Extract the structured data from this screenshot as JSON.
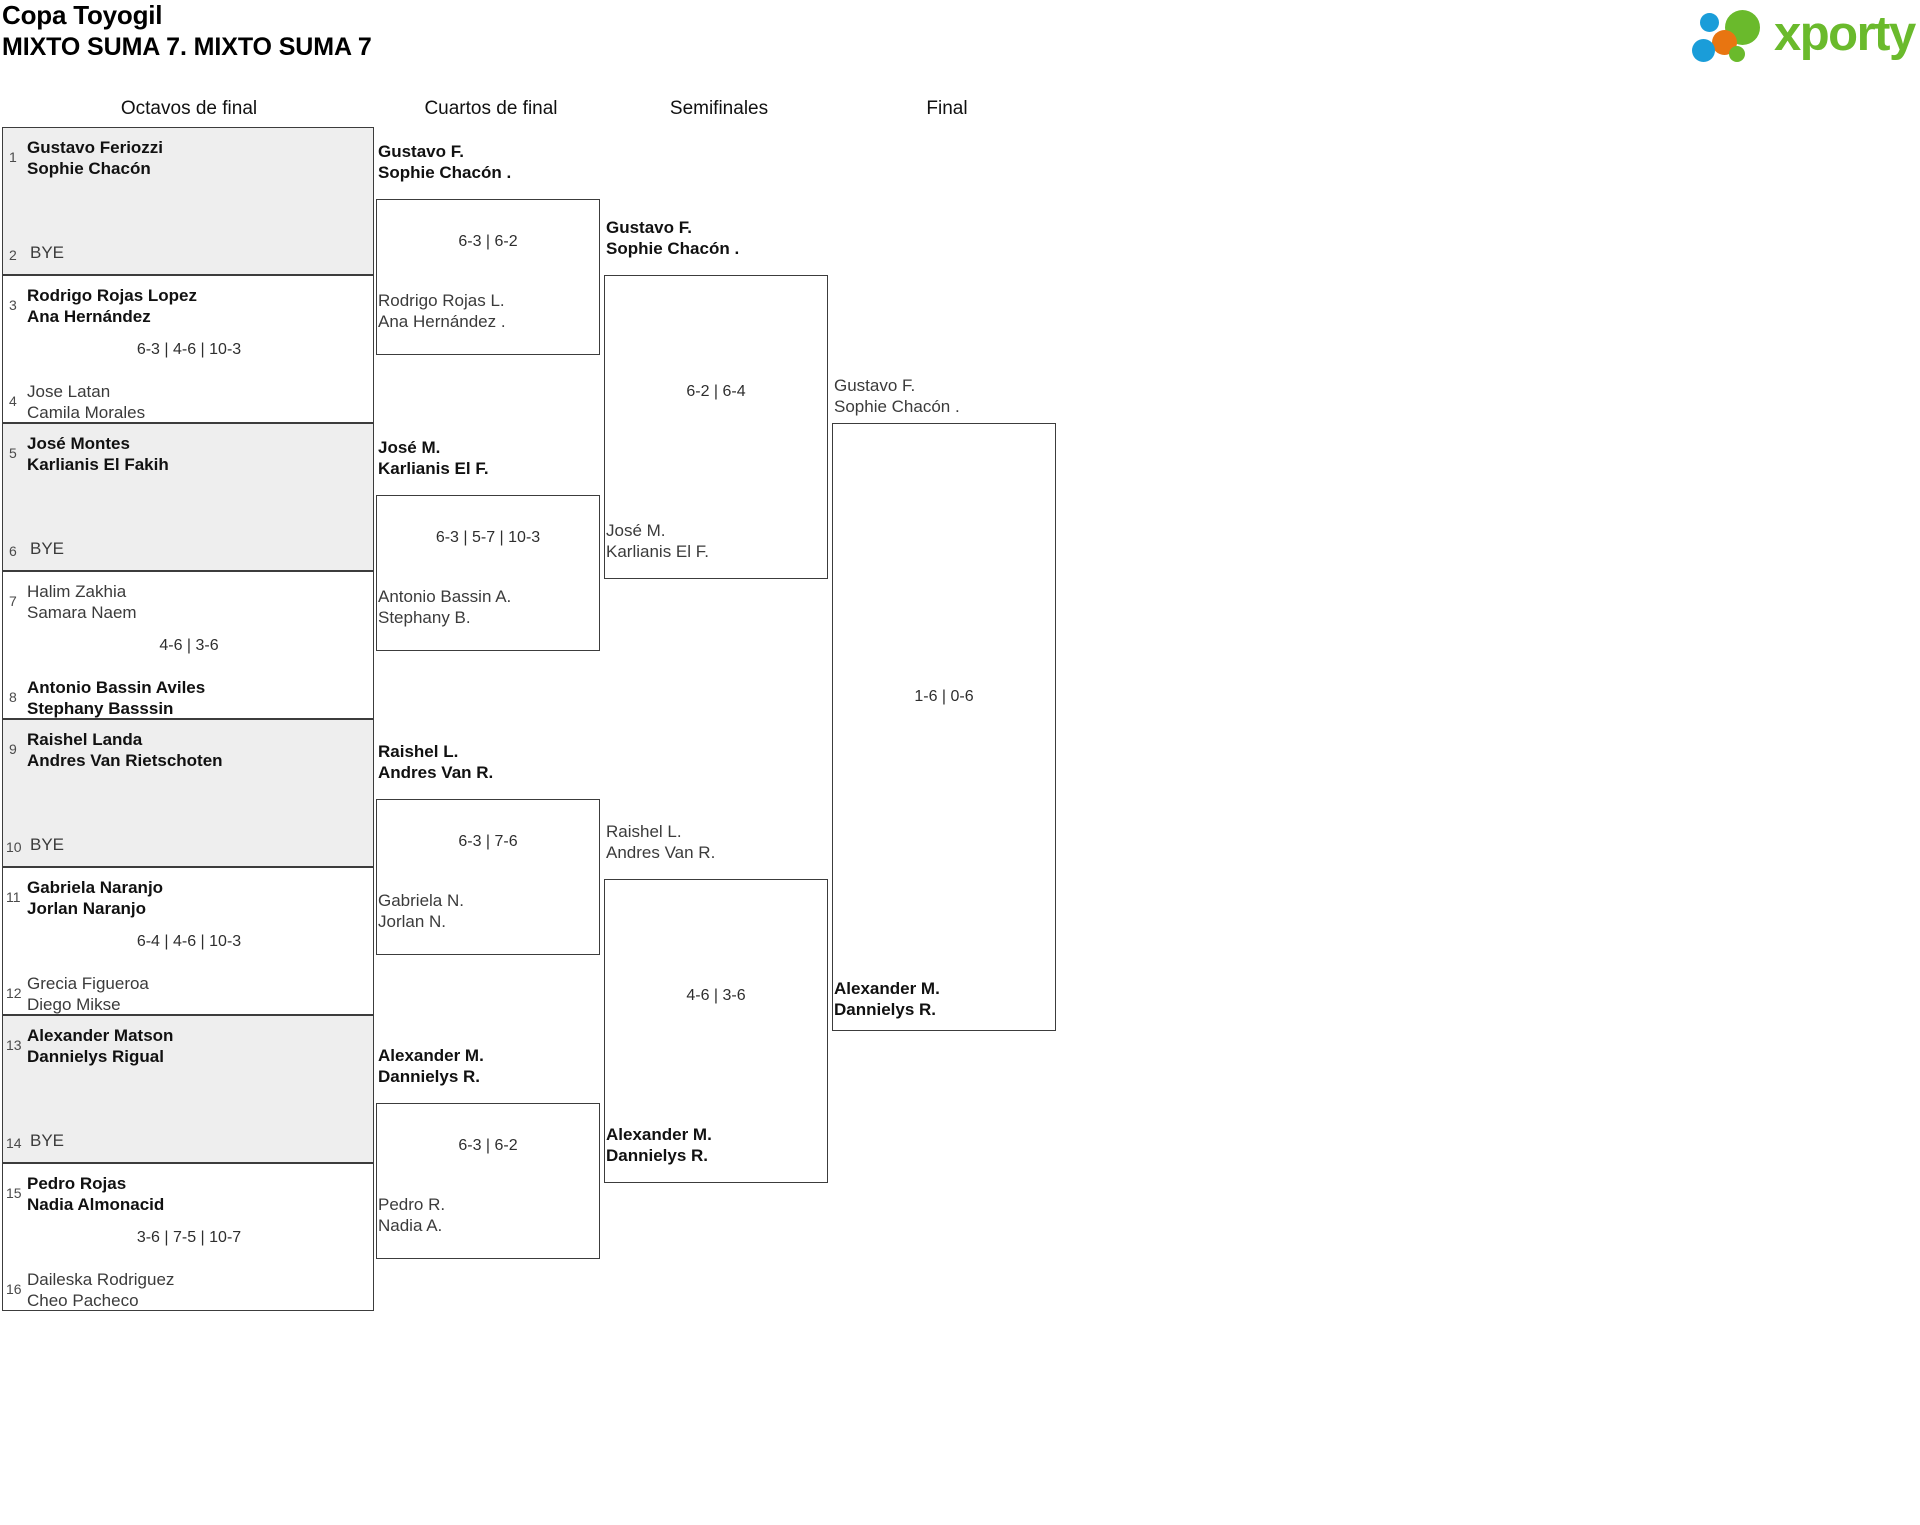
{
  "header": {
    "tournament_title": "Copa Toyogil",
    "category_title": "MIXTO SUMA 7. MIXTO SUMA 7",
    "logo_text": "xporty",
    "logo_colors": {
      "green": "#6aba2c",
      "orange": "#e87511",
      "blue": "#1a9dd9"
    }
  },
  "rounds": [
    {
      "label": "Octavos de final"
    },
    {
      "label": "Cuartos de final"
    },
    {
      "label": "Semifinales"
    },
    {
      "label": "Final"
    }
  ],
  "labels": {
    "bye": "BYE"
  },
  "round1": {
    "matches": [
      {
        "p1": {
          "seed": "1",
          "line1": "Gustavo Feriozzi",
          "line2": "Sophie Chacón",
          "winner": true,
          "bye": false
        },
        "p2": {
          "seed": "2",
          "line1": "BYE",
          "line2": "",
          "winner": false,
          "bye": true
        },
        "score": ""
      },
      {
        "p1": {
          "seed": "3",
          "line1": "Rodrigo Rojas Lopez",
          "line2": "Ana Hernández",
          "winner": true,
          "bye": false
        },
        "p2": {
          "seed": "4",
          "line1": "Jose Latan",
          "line2": "Camila Morales",
          "winner": false,
          "bye": false
        },
        "score": "6-3 | 4-6 | 10-3"
      },
      {
        "p1": {
          "seed": "5",
          "line1": "José Montes",
          "line2": "Karlianis El Fakih",
          "winner": true,
          "bye": false
        },
        "p2": {
          "seed": "6",
          "line1": "BYE",
          "line2": "",
          "winner": false,
          "bye": true
        },
        "score": ""
      },
      {
        "p1": {
          "seed": "7",
          "line1": "Halim Zakhia",
          "line2": "Samara Naem",
          "winner": false,
          "bye": false
        },
        "p2": {
          "seed": "8",
          "line1": "Antonio Bassin Aviles",
          "line2": "Stephany Basssin",
          "winner": true,
          "bye": false
        },
        "score": "4-6 | 3-6"
      },
      {
        "p1": {
          "seed": "9",
          "line1": "Raishel Landa",
          "line2": "Andres Van Rietschoten",
          "winner": true,
          "bye": false
        },
        "p2": {
          "seed": "10",
          "line1": "BYE",
          "line2": "",
          "winner": false,
          "bye": true
        },
        "score": ""
      },
      {
        "p1": {
          "seed": "11",
          "line1": "Gabriela Naranjo",
          "line2": "Jorlan Naranjo",
          "winner": true,
          "bye": false
        },
        "p2": {
          "seed": "12",
          "line1": "Grecia Figueroa",
          "line2": "Diego Mikse",
          "winner": false,
          "bye": false
        },
        "score": "6-4 | 4-6 | 10-3"
      },
      {
        "p1": {
          "seed": "13",
          "line1": "Alexander Matson",
          "line2": "Dannielys Rigual",
          "winner": true,
          "bye": false
        },
        "p2": {
          "seed": "14",
          "line1": "BYE",
          "line2": "",
          "winner": false,
          "bye": true
        },
        "score": ""
      },
      {
        "p1": {
          "seed": "15",
          "line1": "Pedro Rojas",
          "line2": "Nadia Almonacid",
          "winner": true,
          "bye": false
        },
        "p2": {
          "seed": "16",
          "line1": "Daileska Rodriguez",
          "line2": "Cheo Pacheco",
          "winner": false,
          "bye": false
        },
        "score": "3-6 | 7-5 | 10-7"
      }
    ]
  },
  "round2": {
    "matches": [
      {
        "p1": {
          "line1": "Gustavo F.",
          "line2": "Sophie Chacón .",
          "winner": true
        },
        "p2": {
          "line1": "Rodrigo Rojas L.",
          "line2": "Ana Hernández .",
          "winner": false
        },
        "score": "6-3 | 6-2"
      },
      {
        "p1": {
          "line1": "José M.",
          "line2": "Karlianis El F.",
          "winner": true
        },
        "p2": {
          "line1": "Antonio Bassin A.",
          "line2": "Stephany B.",
          "winner": false
        },
        "score": "6-3 | 5-7 | 10-3"
      },
      {
        "p1": {
          "line1": "Raishel L.",
          "line2": "Andres Van R.",
          "winner": true
        },
        "p2": {
          "line1": "Gabriela N.",
          "line2": "Jorlan N.",
          "winner": false
        },
        "score": "6-3 | 7-6"
      },
      {
        "p1": {
          "line1": "Alexander M.",
          "line2": "Dannielys R.",
          "winner": true
        },
        "p2": {
          "line1": "Pedro R.",
          "line2": "Nadia A.",
          "winner": false
        },
        "score": "6-3 | 6-2"
      }
    ]
  },
  "round3": {
    "matches": [
      {
        "p1": {
          "line1": "Gustavo F.",
          "line2": "Sophie Chacón .",
          "winner": true
        },
        "p2": {
          "line1": "José M.",
          "line2": "Karlianis El F.",
          "winner": false
        },
        "score": "6-2 | 6-4"
      },
      {
        "p1": {
          "line1": "Raishel L.",
          "line2": "Andres Van R.",
          "winner": false
        },
        "p2": {
          "line1": "Alexander M.",
          "line2": "Dannielys R.",
          "winner": true
        },
        "score": "4-6 | 3-6"
      }
    ]
  },
  "round4": {
    "matches": [
      {
        "p1": {
          "line1": "Gustavo F.",
          "line2": "Sophie Chacón .",
          "winner": false
        },
        "p2": {
          "line1": "Alexander M.",
          "line2": "Dannielys R.",
          "winner": true
        },
        "score": "1-6 | 0-6"
      }
    ]
  }
}
